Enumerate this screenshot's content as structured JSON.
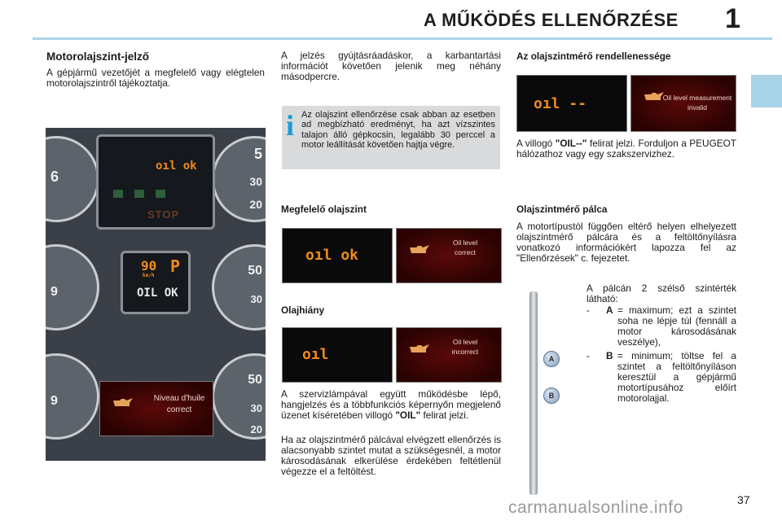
{
  "header": {
    "title": "A MŰKÖDÉS ELLENŐRZÉSE",
    "chapter": "1"
  },
  "left": {
    "heading": "Motorolajszint-jelző",
    "intro": "A gépjármű vezetőjét a megfelelő vagy elégtelen motorolajszintről tájékoztatja.",
    "dash1": {
      "gauge_left": "6",
      "gauge_right_top": "5",
      "gauge_right_mid": "30",
      "gauge_right_bot": "20",
      "display": "oıl ok",
      "warning": "STOP"
    },
    "dash2": {
      "gauge_left": "9",
      "gauge_right_top": "50",
      "gauge_right_mid": "30",
      "speed": "90",
      "speed_unit": "km/h",
      "gear": "P",
      "display": "OIL OK"
    },
    "dash3": {
      "gauge_left": "9",
      "gauge_right_top": "50",
      "gauge_right_mid": "30",
      "gauge_right_bot": "20",
      "message_line1": "Niveau d'huile",
      "message_line2": "correct"
    }
  },
  "middle": {
    "para1": "A jelzés gyújtásráadáskor, a karbantartási információt követően jelenik meg néhány másodpercre.",
    "info_icon": "i",
    "info_text": "Az olajszint ellenőrzése csak abban az esetben ad megbízható eredményt, ha azt vízszintes talajon álló gépkocsin, legalább 30 perccel a motor leállítását követően hajtja végre.",
    "ok_heading": "Megfelelő olajszint",
    "ok_display": "oıl ok",
    "ok_label_line1": "Oil level",
    "ok_label_line2": "correct",
    "low_heading": "Olajhiány",
    "low_display": "oıl",
    "low_label_line1": "Oil level",
    "low_label_line2": "incorrect",
    "low_para1_pre": "A szervizlámpával együtt működésbe lépő, hangjelzés és a többfunkciós képernyőn megjelenő üzenet kíséretében villogó ",
    "low_para1_bold": "\"OIL\"",
    "low_para1_post": " felirat jelzi.",
    "low_para2": "Ha az olajszintmérő pálcával elvégzett ellenőrzés is alacsonyabb szintet mutat a szükségesnél, a motor károsodásának elkerülése érdekében feltétlenül végezze el a feltöltést."
  },
  "right": {
    "fault_heading": "Az olajszintmérő rendellenessége",
    "fault_display": "oıl --",
    "fault_label_line1": "Oil level measurement",
    "fault_label_line2": "invalid",
    "fault_para_pre": "A villogó ",
    "fault_para_bold": "\"OIL--\"",
    "fault_para_post": " felirat jelzi. Forduljon a PEUGEOT hálózathoz vagy egy szakszervizhez.",
    "dip_heading": "Olajszintmérő pálca",
    "dip_para": "A motortípustól függően eltérő helyen elhelyezett olajszintmérő pálcára és a feltöltőnyílásra vonatkozó információkért lapozza fel az \"Ellenőrzések\" c. fejezetet.",
    "dip_intro": "A pálcán 2 szélső szintérték látható:",
    "mark_a": "A",
    "mark_b": "B",
    "item_a_dash": "-",
    "item_a_letter": "A",
    "item_a_text": "= maximum; ezt a szintet soha ne lépje túl (fennáll a motor károsodásának veszélye),",
    "item_b_dash": "-",
    "item_b_letter": "B",
    "item_b_text": "= minimum; töltse fel a szintet a feltöltőnyíláson keresztül a gépjármű motortípusához előírt motorolajjal."
  },
  "footer": {
    "page": "37",
    "watermark": "carmanualsonline.info"
  },
  "colors": {
    "accent": "#a9d3e6",
    "info_blue": "#1a9cd8",
    "display_orange": "#f08a1c"
  }
}
